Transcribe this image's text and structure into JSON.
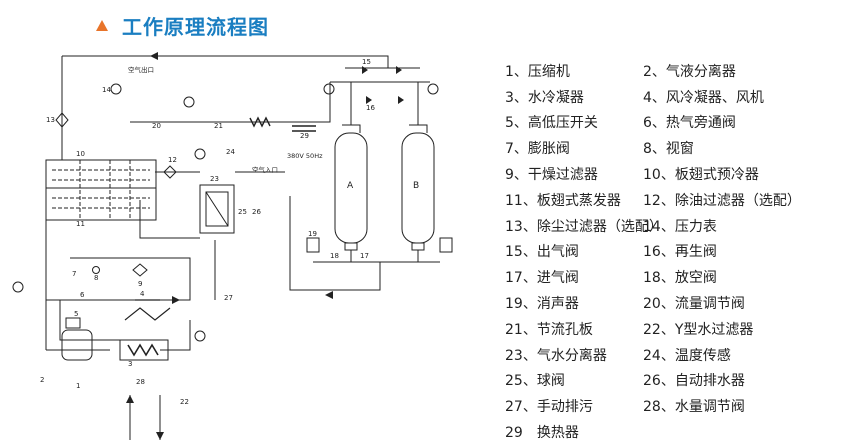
{
  "header": {
    "title": "工作原理流程图"
  },
  "diagram": {
    "labels": {
      "air_out": "空气出口",
      "air_in": "空气入口",
      "power": "380V 50Hz",
      "tank_a": "A",
      "tank_b": "B",
      "n1": "1",
      "n2": "2",
      "n3": "3",
      "n4": "4",
      "n5": "5",
      "n6": "6",
      "n7": "7",
      "n8": "8",
      "n9": "9",
      "n10": "10",
      "n11": "11",
      "n12": "12",
      "n13": "13",
      "n14": "14",
      "n15": "15",
      "n16": "16",
      "n17": "17",
      "n18": "18",
      "n19": "19",
      "n20": "20",
      "n21": "21",
      "n22": "22",
      "n23": "23",
      "n24": "24",
      "n25": "25",
      "n26": "26",
      "n27": "27",
      "n28": "28",
      "n29": "29"
    }
  },
  "legend": {
    "rows": [
      [
        "1、压缩机",
        "2、气液分离器"
      ],
      [
        "3、水冷凝器",
        "4、风冷凝器、风机"
      ],
      [
        "5、高低压开关",
        "6、热气旁通阀"
      ],
      [
        "7、膨胀阀",
        "8、视窗"
      ],
      [
        "9、干燥过滤器",
        "10、板翅式预冷器"
      ],
      [
        "11、板翅式蒸发器",
        "12、除油过滤器（选配）"
      ],
      [
        "13、除尘过滤器（选配）",
        "14、压力表"
      ],
      [
        "15、出气阀",
        "16、再生阀"
      ],
      [
        "17、进气阀",
        "18、放空阀"
      ],
      [
        "19、消声器",
        "20、流量调节阀"
      ],
      [
        "21、节流孔板",
        "22、Y型水过滤器"
      ],
      [
        "23、气水分离器",
        "24、温度传感"
      ],
      [
        "25、球阀",
        "26、自动排水器"
      ],
      [
        "27、手动排污",
        "28、水量调节阀"
      ],
      [
        "29　换热器",
        ""
      ]
    ]
  },
  "colors": {
    "title": "#1a7ec1",
    "triangle": "#e8742a",
    "line": "#222222"
  }
}
